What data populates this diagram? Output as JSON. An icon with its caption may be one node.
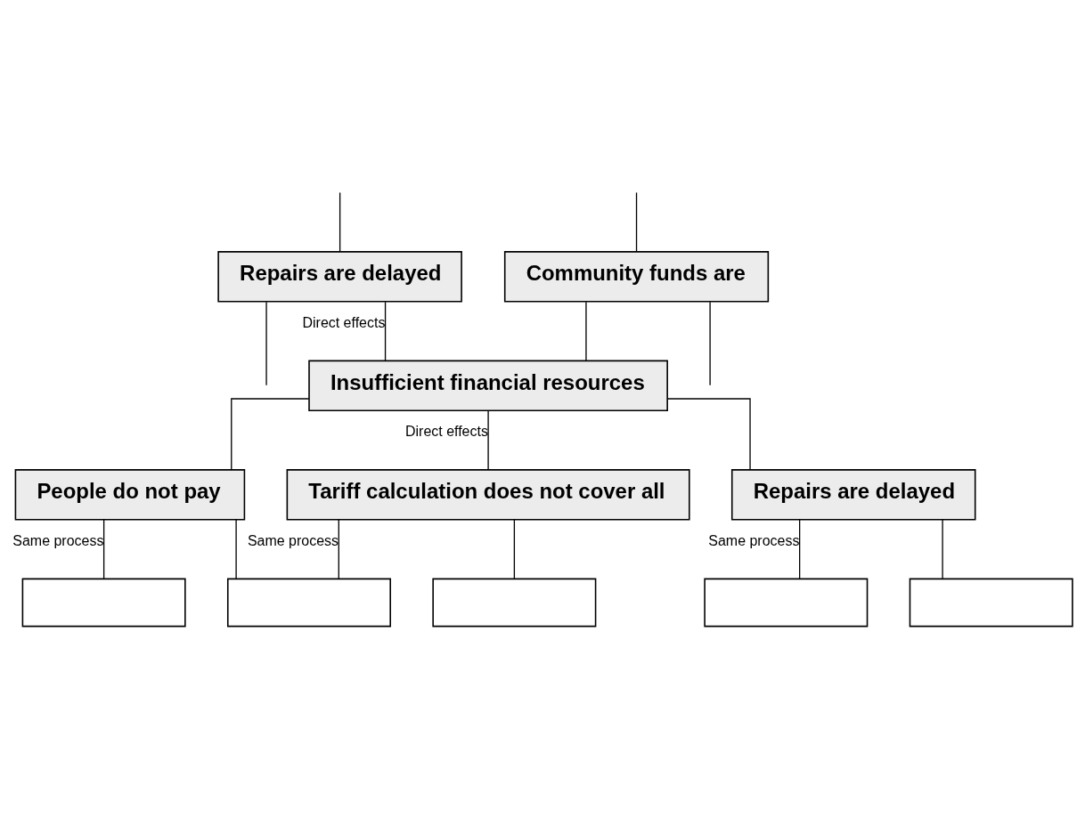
{
  "diagram": {
    "nodes": [
      {
        "text": [
          "Repairs are delayed"
        ]
      },
      {
        "text": [
          "Community funds are"
        ]
      },
      {
        "text": [
          "Insufficient financial resources"
        ]
      },
      {
        "text": [
          "People do not pay"
        ]
      },
      {
        "text": [
          "Tariff calculation does not cover all"
        ]
      },
      {
        "text": [
          "Repairs are delayed"
        ]
      },
      {
        "text": [],
        "shape": "box"
      },
      {
        "text": [],
        "shape": "box"
      },
      {
        "text": [],
        "shape": "box"
      },
      {
        "text": [],
        "shape": "box"
      },
      {
        "text": [],
        "shape": "box"
      }
    ],
    "edges": [
      {
        "from": null,
        "to": 0,
        "arrow": "none"
      },
      {
        "from": null,
        "to": 1,
        "arrow": "none"
      },
      {
        "from": 0,
        "to": null,
        "arrow": "none"
      },
      {
        "from": 0,
        "to": 2,
        "label": "Direct effects",
        "arrow": "none"
      },
      {
        "from": 1,
        "to": 2,
        "arrow": "none"
      },
      {
        "from": 1,
        "to": null,
        "arrow": "none"
      },
      {
        "from": 2,
        "to": 3,
        "arrow": "none"
      },
      {
        "from": 2,
        "to": 4,
        "label": "Direct effects",
        "arrow": "none"
      },
      {
        "from": 2,
        "to": 5,
        "arrow": "none"
      },
      {
        "from": 3,
        "to": 6,
        "label": "Same process",
        "arrow": "none"
      },
      {
        "from": 3,
        "to": 7,
        "arrow": "none"
      },
      {
        "from": 4,
        "to": 7,
        "label": "Same process",
        "arrow": "none"
      },
      {
        "from": 4,
        "to": 8,
        "arrow": "none"
      },
      {
        "from": 5,
        "to": 9,
        "label": "Same process",
        "arrow": "none"
      },
      {
        "from": 5,
        "to": 10,
        "arrow": "none"
      }
    ]
  }
}
